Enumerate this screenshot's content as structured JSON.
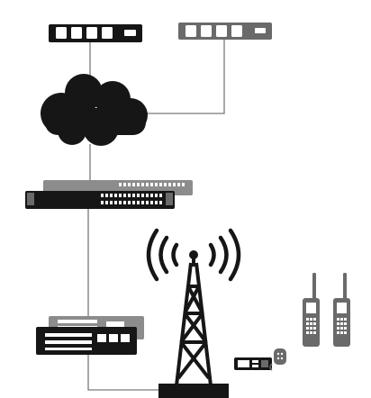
{
  "diagram": {
    "background": "#ffffff",
    "colors": {
      "ink": "#161616",
      "mid_gray": "#6a6a6a",
      "light_gray": "#8c8c8c",
      "line": "#7a7a7a",
      "white": "#ffffff"
    },
    "nodes": [
      {
        "id": "switch-primary",
        "icon": "network-switch-icon",
        "shade": "dark"
      },
      {
        "id": "switch-secondary",
        "icon": "network-switch-icon",
        "shade": "gray"
      },
      {
        "id": "cloud",
        "icon": "cloud-icon",
        "shade": "dark"
      },
      {
        "id": "switch-stack",
        "icon": "rack-switch-icon",
        "shade": "dark"
      },
      {
        "id": "server-stack",
        "icon": "server-stack-icon",
        "shade": "dark"
      },
      {
        "id": "radio-tower",
        "icon": "radio-tower-icon",
        "shade": "dark"
      },
      {
        "id": "mobile-radio",
        "icon": "mobile-radio-icon",
        "shade": "gray"
      },
      {
        "id": "handheld-radio-1",
        "icon": "handheld-radio-icon",
        "shade": "gray"
      },
      {
        "id": "handheld-radio-2",
        "icon": "handheld-radio-icon",
        "shade": "gray"
      }
    ],
    "connections": [
      {
        "from": "switch-primary",
        "to": "cloud"
      },
      {
        "from": "switch-secondary",
        "to": "cloud"
      },
      {
        "from": "cloud",
        "to": "switch-stack"
      },
      {
        "from": "switch-stack",
        "to": "server-stack"
      },
      {
        "from": "server-stack",
        "to": "radio-tower"
      }
    ]
  }
}
